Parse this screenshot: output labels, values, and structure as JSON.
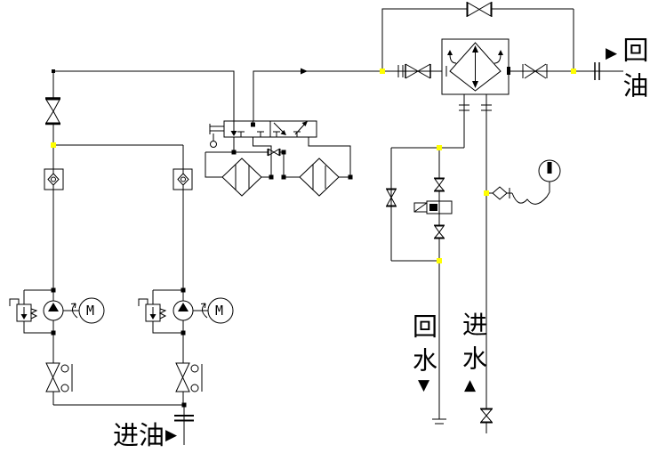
{
  "diagram": {
    "type": "hydraulic-lubrication-cooling-schematic",
    "background_color": "#ffffff",
    "line_color": "#000000",
    "grip_color": "#ffff00",
    "labels": {
      "return_oil": "回油",
      "inlet_oil": "进油",
      "return_water": "回水",
      "inlet_water": "进水",
      "motor": "M"
    },
    "icons": {
      "return_oil_arrow": "▶",
      "inlet_oil_arrow": "▶",
      "return_water_arrow": "▼",
      "inlet_water_arrow": "▲"
    }
  }
}
